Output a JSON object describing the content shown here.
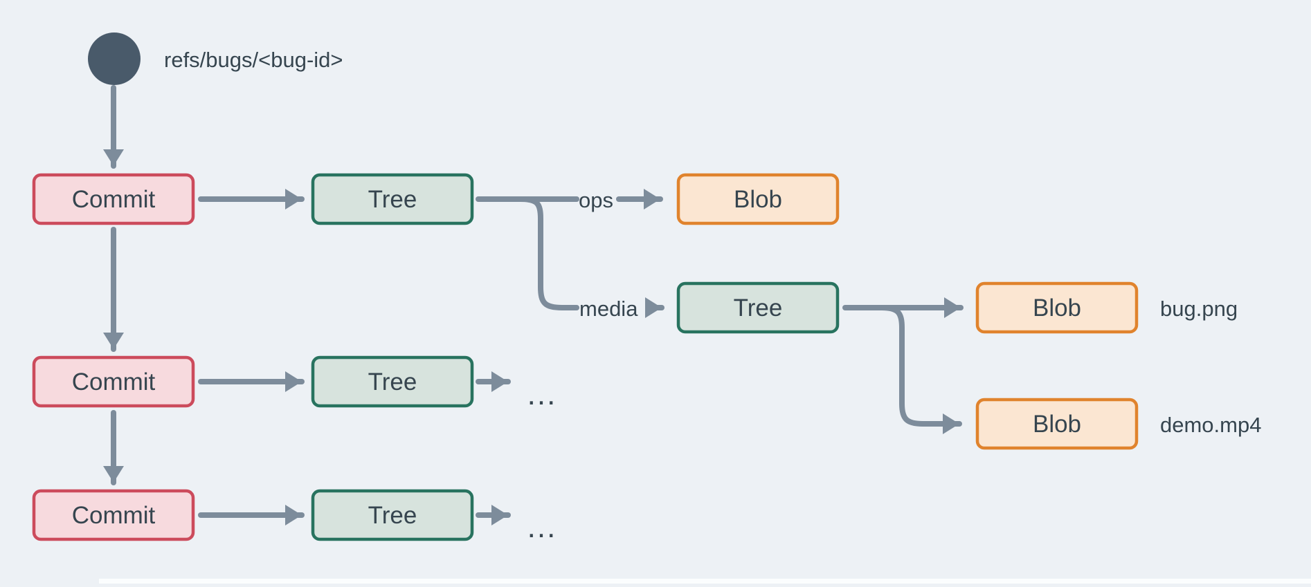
{
  "ref_label": "refs/bugs/<bug-id>",
  "nodes": [
    {
      "id": "commit-1",
      "type": "commit",
      "label": "Commit"
    },
    {
      "id": "tree-1",
      "type": "tree",
      "label": "Tree"
    },
    {
      "id": "blob-ops",
      "type": "blob",
      "label": "Blob"
    },
    {
      "id": "tree-media",
      "type": "tree",
      "label": "Tree"
    },
    {
      "id": "blob-bug",
      "type": "blob",
      "label": "Blob",
      "file": "bug.png"
    },
    {
      "id": "blob-demo",
      "type": "blob",
      "label": "Blob",
      "file": "demo.mp4"
    },
    {
      "id": "commit-2",
      "type": "commit",
      "label": "Commit"
    },
    {
      "id": "tree-2",
      "type": "tree",
      "label": "Tree"
    },
    {
      "id": "commit-3",
      "type": "commit",
      "label": "Commit"
    },
    {
      "id": "tree-3",
      "type": "tree",
      "label": "Tree"
    }
  ],
  "edge_labels": {
    "ops": "ops",
    "media": "media"
  },
  "ellipsis": "...",
  "colors": {
    "background": "#edf1f5",
    "ink": "#36454f",
    "arrow": "#7d8c9b",
    "ref-fill": "#495a6a",
    "commit-fill": "#f7dade",
    "commit-stroke": "#cc4b5c",
    "tree-fill": "#d7e3dd",
    "tree-stroke": "#28735f",
    "blob-fill": "#fbe6d2",
    "blob-stroke": "#e0832d"
  }
}
